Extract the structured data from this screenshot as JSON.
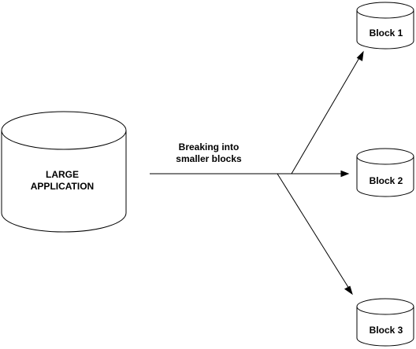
{
  "diagram": {
    "large_cylinder": {
      "label_line1": "LARGE",
      "label_line2": "APPLICATION"
    },
    "edge_label": {
      "line1": "Breaking into",
      "line2": "smaller blocks"
    },
    "blocks": [
      {
        "label": "Block 1"
      },
      {
        "label": "Block 2"
      },
      {
        "label": "Block 3"
      }
    ]
  }
}
